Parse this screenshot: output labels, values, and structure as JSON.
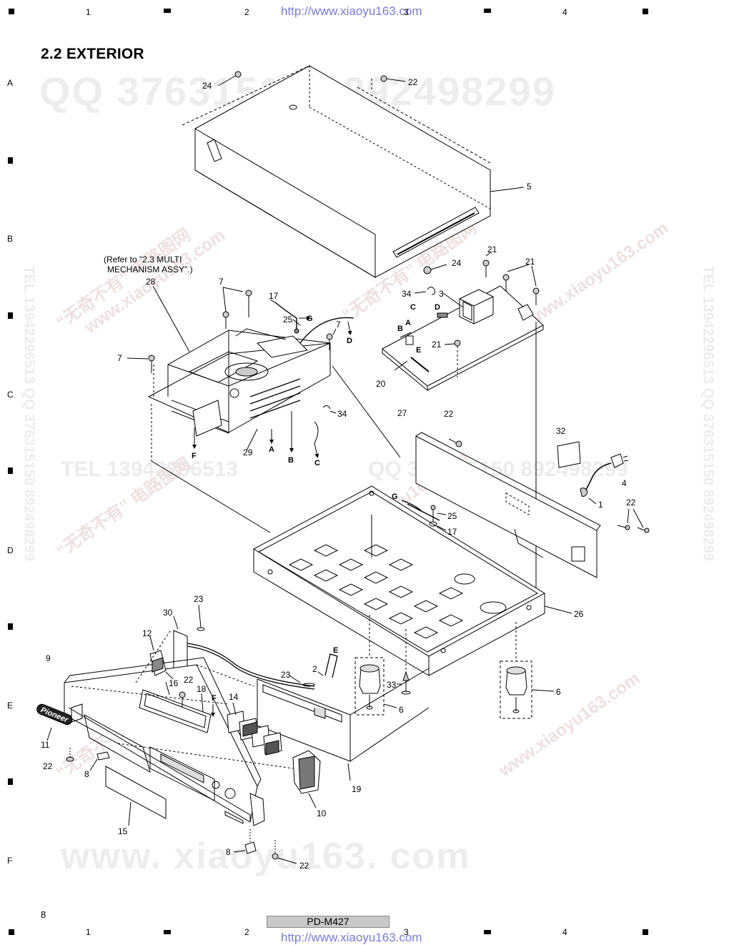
{
  "header": {
    "columns": [
      "1",
      "2",
      "3",
      "4"
    ],
    "url": "http://www.xiaoyu163.com"
  },
  "rows": [
    "A",
    "B",
    "C",
    "D",
    "E",
    "F"
  ],
  "title": "2.2 EXTERIOR",
  "watermarks": {
    "qq": "QQ 376315150   892498299",
    "tel": "TEL 13942296513",
    "qq2": "QQ 376315150 892498299",
    "site": "www. xiaoyu163. com",
    "side_left": "TEL 13942296513   QQ 376315150   892498299",
    "side_right": "TEL 13942296513   QQ 376315150   892498299",
    "cn1": "“无奇不有”  电路图网",
    "cn2": "www.xiaoyu163.com"
  },
  "note": {
    "line1": "(Refer to \"2.3 MULTI",
    "line2": "MECHANISM ASSY\".)"
  },
  "brand_logo": "Pioneer",
  "callouts": {
    "c24a": "24",
    "c22a": "22",
    "c5": "5",
    "c24b": "24",
    "c21a": "21",
    "c21b": "21",
    "c34a": "34",
    "c3": "3",
    "c28": "28",
    "c7a": "7",
    "c17a": "17",
    "c25a": "25",
    "c7b": "7",
    "c7c": "7",
    "c21c": "21",
    "c20": "20",
    "c34b": "34",
    "c29": "29",
    "c27": "27",
    "c22b": "22",
    "c32": "32",
    "c4": "4",
    "c1": "1",
    "c22c": "22",
    "c25b": "25",
    "c17b": "17",
    "c26": "26",
    "c23a": "23",
    "c30": "30",
    "c12": "12",
    "c9": "9",
    "c16": "16",
    "c22d": "22",
    "c18": "18",
    "c14": "14",
    "c23b": "23",
    "c2": "2",
    "c33": "33",
    "c6a": "6",
    "c6b": "6",
    "c11": "11",
    "c22e": "22",
    "c8a": "8",
    "c19": "19",
    "c10": "10",
    "c15": "15",
    "c8b": "8",
    "c22f": "22"
  },
  "connectors": {
    "g1": "G",
    "d1": "D",
    "c1": "C",
    "d2": "D",
    "a1": "A",
    "b1": "B",
    "e1": "E",
    "f1": "F",
    "a2": "A",
    "b2": "B",
    "c2": "C",
    "g2": "G",
    "e2": "E",
    "f2": "F"
  },
  "footer": {
    "page": "8",
    "model": "PD-M427",
    "columns": [
      "1",
      "2",
      "3",
      "4"
    ],
    "url": "http://www.xiaoyu163.com"
  }
}
